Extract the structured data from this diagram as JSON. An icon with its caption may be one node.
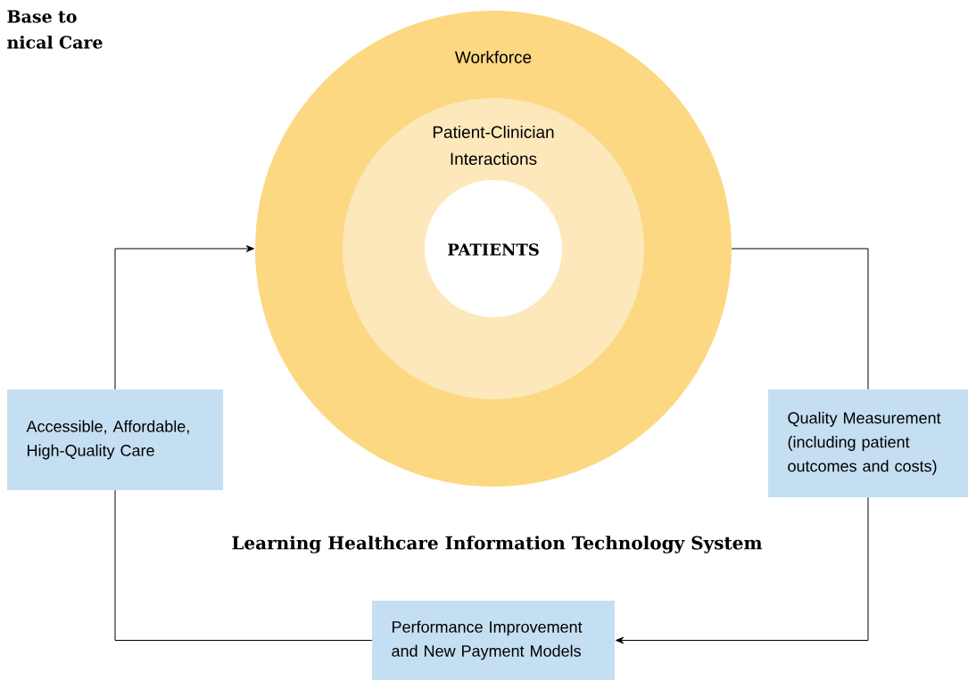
{
  "diagram": {
    "title": "Base to nical Care",
    "nodes": [
      {
        "text": [
          "Workforce"
        ]
      },
      {
        "text": [
          "Patient-Clinician Interactions"
        ],
        "in": 0
      },
      {
        "text": [
          "PATIENTS"
        ],
        "in": 1
      },
      {
        "text": [
          "Accessible, Affordable, High-Quality Care"
        ]
      },
      {
        "text": [
          "Quality Measurement (including patient outcomes and costs)"
        ]
      },
      {
        "text": [
          "Performance Improvement and New Payment Models"
        ]
      }
    ],
    "edges": [
      {
        "from": 0,
        "to": 4,
        "arrow": "none"
      },
      {
        "from": 4,
        "to": 5,
        "arrow": "to"
      },
      {
        "from": 5,
        "to": 3,
        "arrow": "none"
      },
      {
        "from": 3,
        "to": 0,
        "arrow": "to"
      }
    ],
    "labels": [
      "Learning Healthcare Information Technology System"
    ]
  }
}
